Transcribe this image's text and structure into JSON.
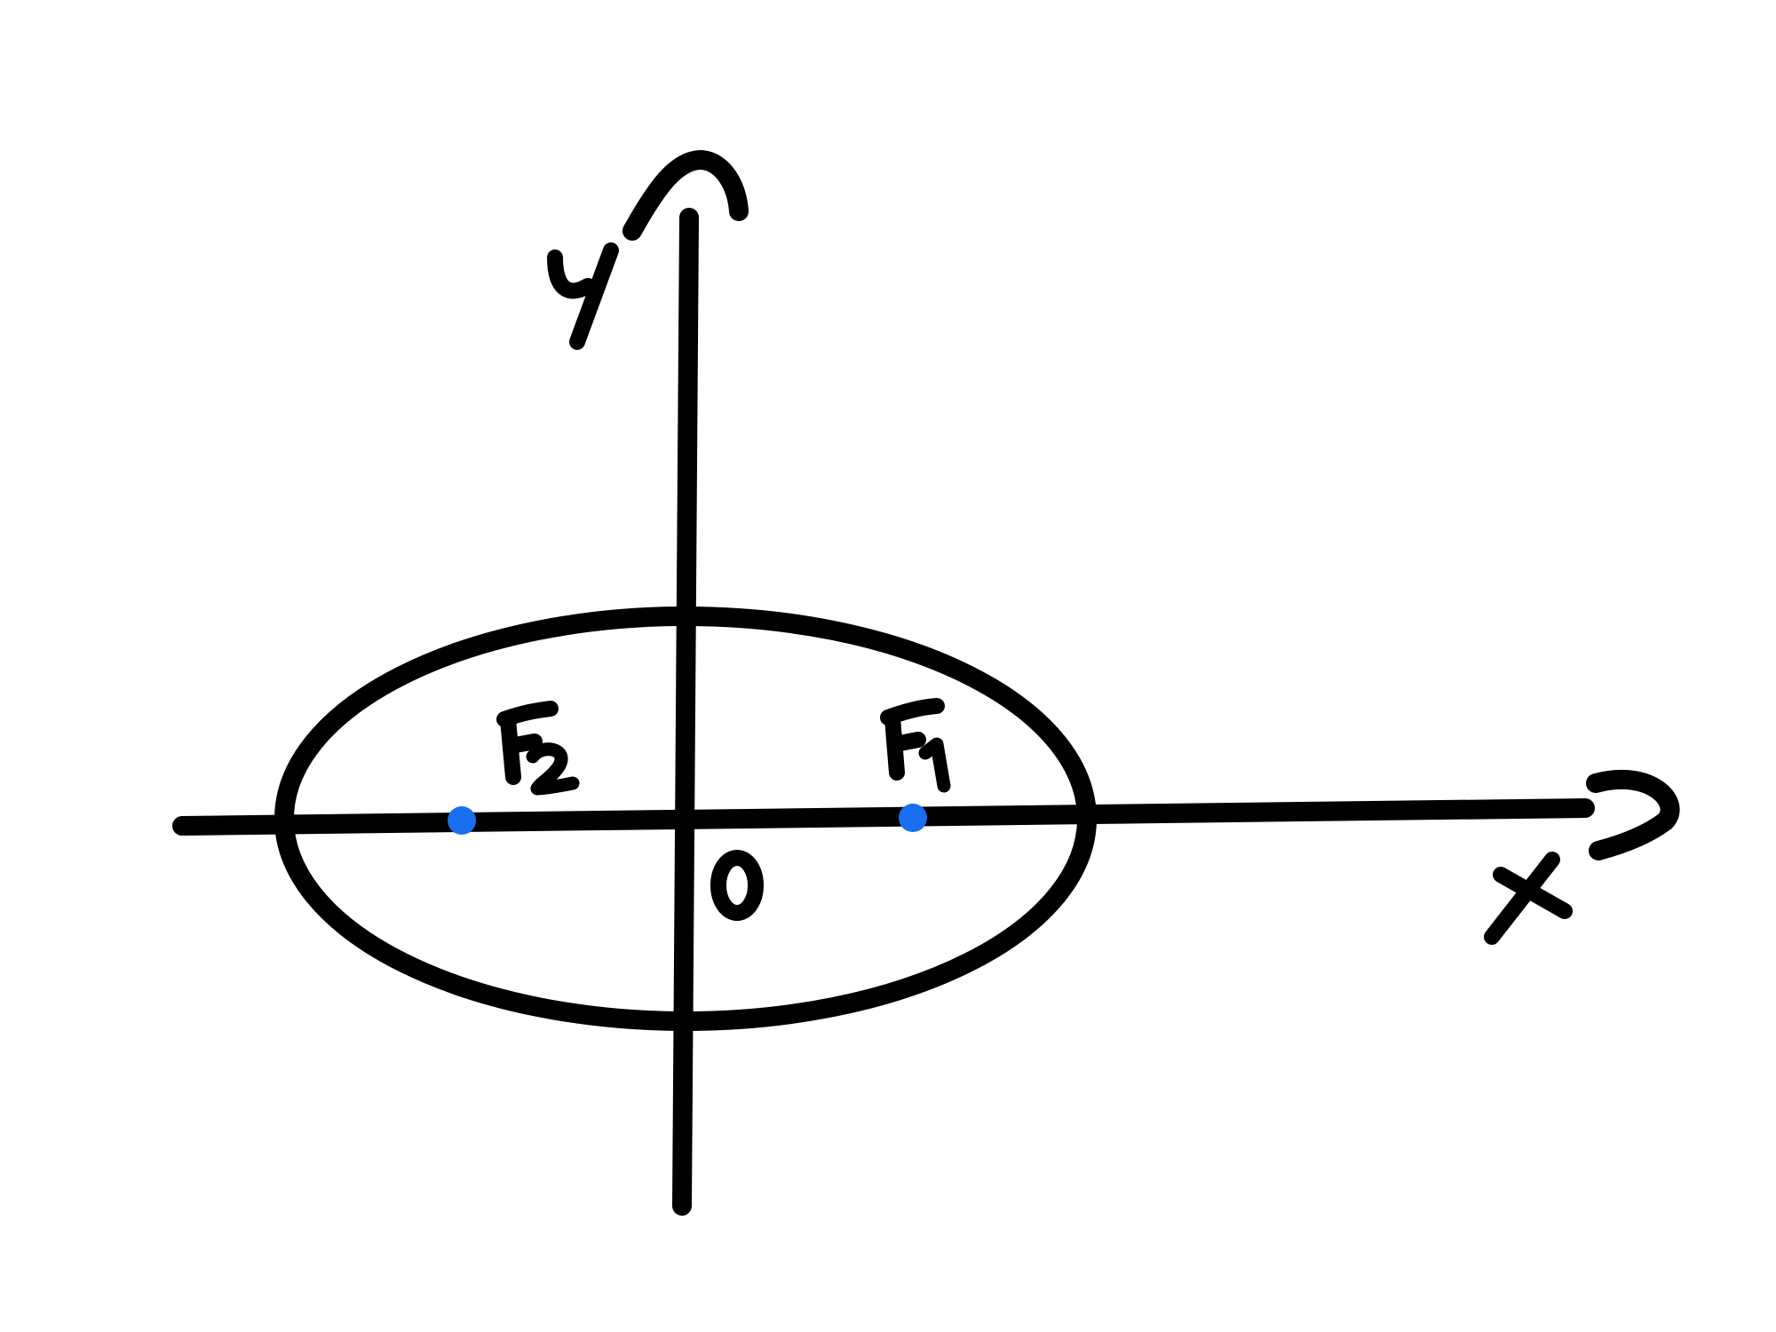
{
  "diagram": {
    "type": "ellipse-with-foci",
    "labels": {
      "x_axis": "x",
      "y_axis": "y",
      "origin": "0",
      "focus_1": "F1",
      "focus_2": "F2"
    },
    "colors": {
      "stroke": "#000000",
      "focus_point": "#1a6ef0",
      "background": "#ffffff"
    }
  }
}
